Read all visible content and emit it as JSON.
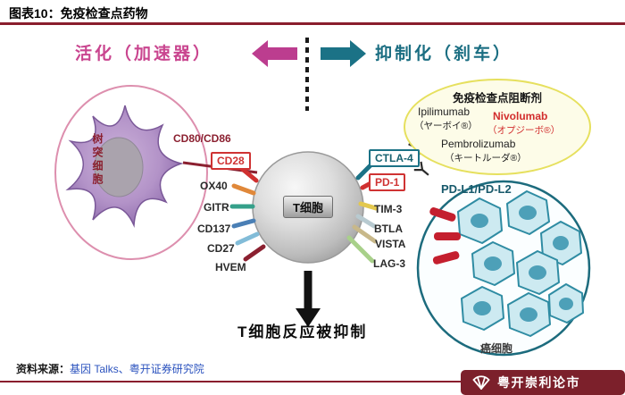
{
  "header": {
    "title": "图表10：免疫检查点药物"
  },
  "diagram": {
    "activation_label": "活化（加速器）",
    "inhibition_label": "抑制化（刹车）",
    "dendritic_cell_label": "树突细胞",
    "t_cell_label": "T细胞",
    "left_receptors": [
      "CD80/CD86",
      "CD28",
      "OX40",
      "GITR",
      "CD137",
      "CD27",
      "HVEM"
    ],
    "right_receptors": [
      "CTLA-4",
      "PD-1",
      "TIM-3",
      "BTLA",
      "VISTA",
      "LAG-3"
    ],
    "blocker_box": {
      "title": "免疫检查点阻断剂",
      "drugs": [
        {
          "name": "Ipilimumab",
          "brand": "（ヤーボイ®）"
        },
        {
          "name": "Nivolumab",
          "brand": "（オプジーボ®）"
        },
        {
          "name": "Pembrolizumab",
          "brand": "（キートルーダ®）"
        }
      ]
    },
    "ligand_label": "PD-L1/PD-L2",
    "cancer_cell_label": "癌细胞",
    "result_label": "T细胞反应被抑制"
  },
  "footer": {
    "source_prefix": "资料来源：",
    "source_text": "基因 Talks、粤开证券研究院",
    "badge_label": "粤开崇利论市"
  },
  "icons": {
    "activation_arrow": "left-arrow",
    "inhibition_arrow": "right-arrow",
    "antibody": "y-shape",
    "badge_logo": "fan"
  },
  "colors": {
    "accent_rule": "#8a1e2d",
    "activation_pink": "#c9458f",
    "inhibition_teal": "#1b7286",
    "highlight_red": "#cf3333",
    "link_blue": "#2a52be",
    "badge_maroon": "#7c202b",
    "yellow_box_fill": "#fdfce8",
    "cancer_cell_fill": "#cdeaf1"
  }
}
